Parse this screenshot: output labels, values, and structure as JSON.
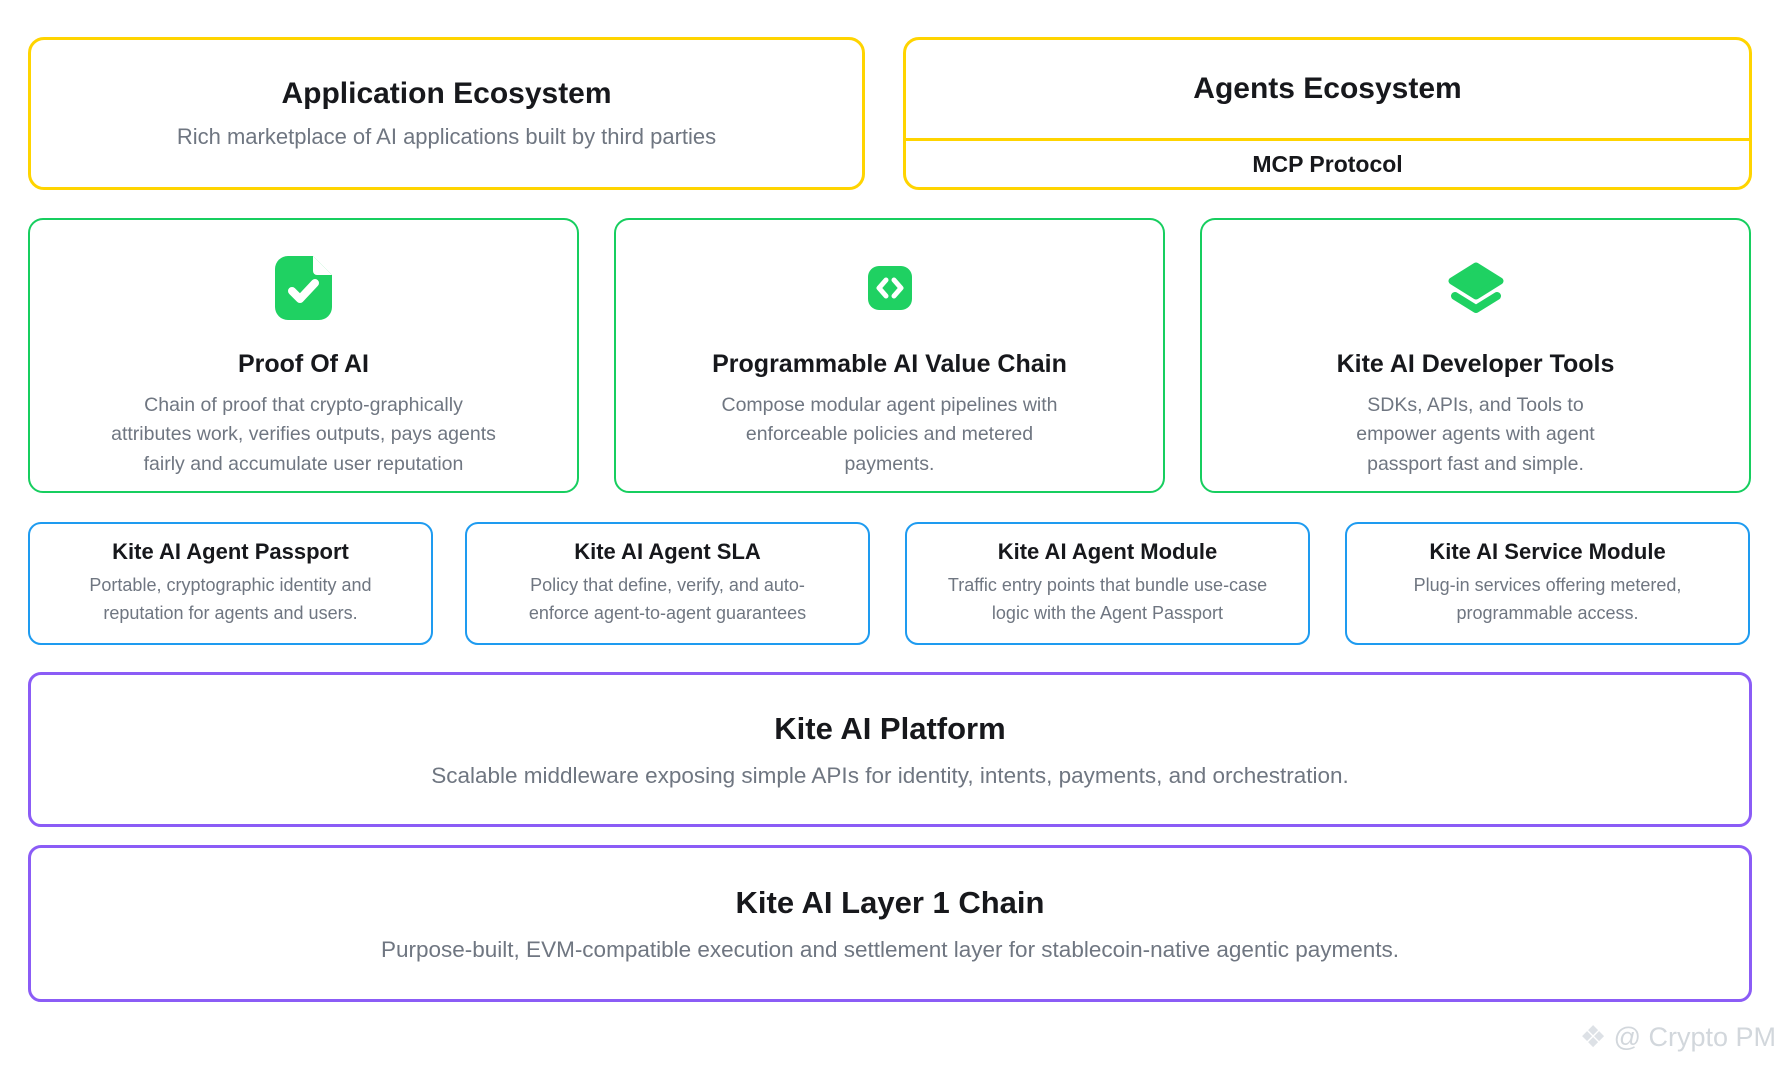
{
  "colors": {
    "ecosystem_border": "#FFD400",
    "feature_border": "#17CE5F",
    "icon_green": "#1FD162",
    "module_border": "#1E9BF0",
    "platform_border": "#8B5CF6",
    "title_text": "#17181c",
    "body_text": "#6f7681",
    "watermark_text": "#d2d7dc"
  },
  "ecosystem_row": {
    "application": {
      "title": "Application Ecosystem",
      "subtitle": "Rich marketplace of AI applications built by third parties"
    },
    "agents": {
      "title": "Agents Ecosystem",
      "protocol": "MCP Protocol"
    }
  },
  "feature_cards": [
    {
      "icon": "file-check-icon",
      "title": "Proof Of AI",
      "body": "Chain of proof that crypto-graphically\nattributes work, verifies outputs, pays agents\nfairly and accumulate user reputation"
    },
    {
      "icon": "code-brackets-icon",
      "title": "Programmable AI Value Chain",
      "body": "Compose modular agent pipelines with\nenforceable policies and metered\npayments."
    },
    {
      "icon": "layers-icon",
      "title": "Kite AI Developer Tools",
      "body": "SDKs, APIs, and Tools to\nempower agents with agent\npassport fast and simple."
    }
  ],
  "module_cards": [
    {
      "title": "Kite AI Agent Passport",
      "body": "Portable, cryptographic identity and\nreputation for agents and users."
    },
    {
      "title": "Kite AI Agent SLA",
      "body": "Policy that define, verify, and auto-\nenforce agent-to-agent guarantees"
    },
    {
      "title": "Kite AI Agent Module",
      "body": "Traffic entry points that bundle use-case\nlogic with the Agent Passport"
    },
    {
      "title": "Kite AI Service Module",
      "body": "Plug-in services offering metered,\nprogrammable access."
    }
  ],
  "platform": {
    "title": "Kite AI Platform",
    "subtitle": "Scalable middleware exposing simple APIs for identity, intents, payments, and orchestration."
  },
  "chain": {
    "title": "Kite AI Layer 1 Chain",
    "subtitle": "Purpose-built, EVM-compatible execution and settlement layer for stablecoin-native agentic payments."
  },
  "watermark": {
    "icon": "diamond-logo-icon",
    "text": "@ Crypto PM"
  }
}
